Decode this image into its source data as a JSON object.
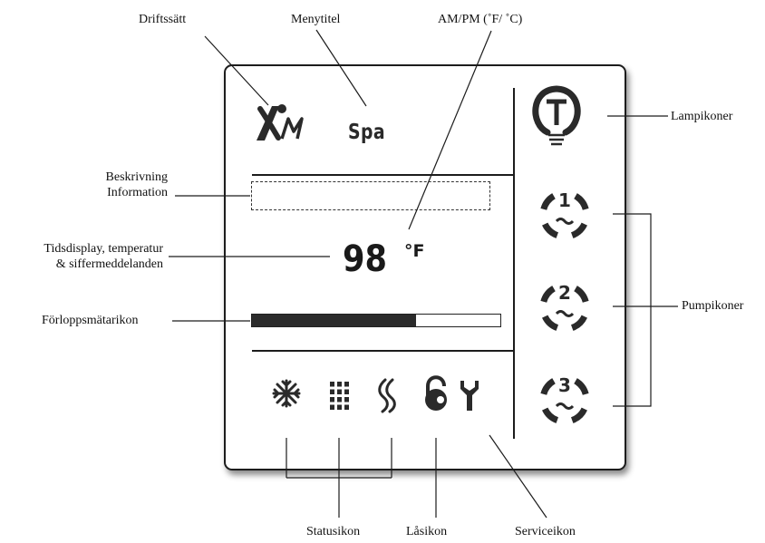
{
  "callouts": {
    "drift": "Driftssätt",
    "menytitel": "Menytitel",
    "ampm": "AM/PM (˚F/ ˚C)",
    "beskrivning_line1": "Beskrivning",
    "beskrivning_line2": "Information",
    "tids_line1": "Tidsdisplay, temperatur",
    "tids_line2": "& siffermeddelanden",
    "forlopp": "Förloppsmätarikon",
    "lamp": "Lampikoner",
    "pump": "Pumpikoner",
    "status": "Statusikon",
    "las": "Låsikon",
    "service": "Serviceikon"
  },
  "display": {
    "menu_title": "Spa",
    "temperature": "98",
    "unit": "°F",
    "progress_fraction": 0.66
  },
  "pumps": [
    {
      "number": "1"
    },
    {
      "number": "2"
    },
    {
      "number": "3"
    }
  ],
  "icons": {
    "mode": "xm-mode-icon",
    "lamp": "light-bulb-icon",
    "status": [
      "snowflake-icon",
      "dot-grid-icon",
      "heat-waves-icon"
    ],
    "lock": "lock-icon",
    "service": "wrench-icon"
  },
  "colors": {
    "ink": "#1c1c1c",
    "icon": "#2a2a2a"
  }
}
